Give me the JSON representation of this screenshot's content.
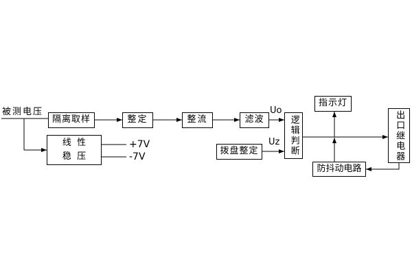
{
  "colors": {
    "background": "#ffffff",
    "line": "#000000",
    "text": "#000000"
  },
  "labels": {
    "measured_voltage": "被测电压",
    "uo": "Uo",
    "uz": "Uz",
    "plus_7v": "+7V",
    "minus_7v": "-7V"
  },
  "blocks": {
    "isolation_sampling": "隔离取样",
    "setting": "整定",
    "rectifier": "整流",
    "filter": "滤波",
    "logic_judgment": "逻辑判断",
    "dial_setting": "拨盘整定",
    "indicator_light": "指示灯",
    "anti_jitter_circuit": "防抖动电路",
    "output_relay": "出口继电器",
    "linear_regulator": {
      "line1": "线  性",
      "line2": "稳  压"
    }
  },
  "edges": [
    {
      "from": "measured_voltage",
      "to": "isolation_sampling"
    },
    {
      "from": "measured_voltage",
      "to": "linear_regulator"
    },
    {
      "from": "isolation_sampling",
      "to": "setting"
    },
    {
      "from": "setting",
      "to": "rectifier"
    },
    {
      "from": "rectifier",
      "to": "filter"
    },
    {
      "from": "filter",
      "to": "logic_judgment",
      "label": "Uo"
    },
    {
      "from": "dial_setting",
      "to": "logic_judgment",
      "label": "Uz"
    },
    {
      "from": "logic_judgment",
      "to": "output_relay"
    },
    {
      "from": "output_line_junction",
      "to": "indicator_light"
    },
    {
      "from": "output_relay",
      "to": "anti_jitter_circuit"
    },
    {
      "from": "anti_jitter_circuit",
      "to": "output_line_junction"
    },
    {
      "from": "linear_regulator",
      "to": "plus_7v"
    },
    {
      "from": "linear_regulator",
      "to": "minus_7v"
    }
  ]
}
